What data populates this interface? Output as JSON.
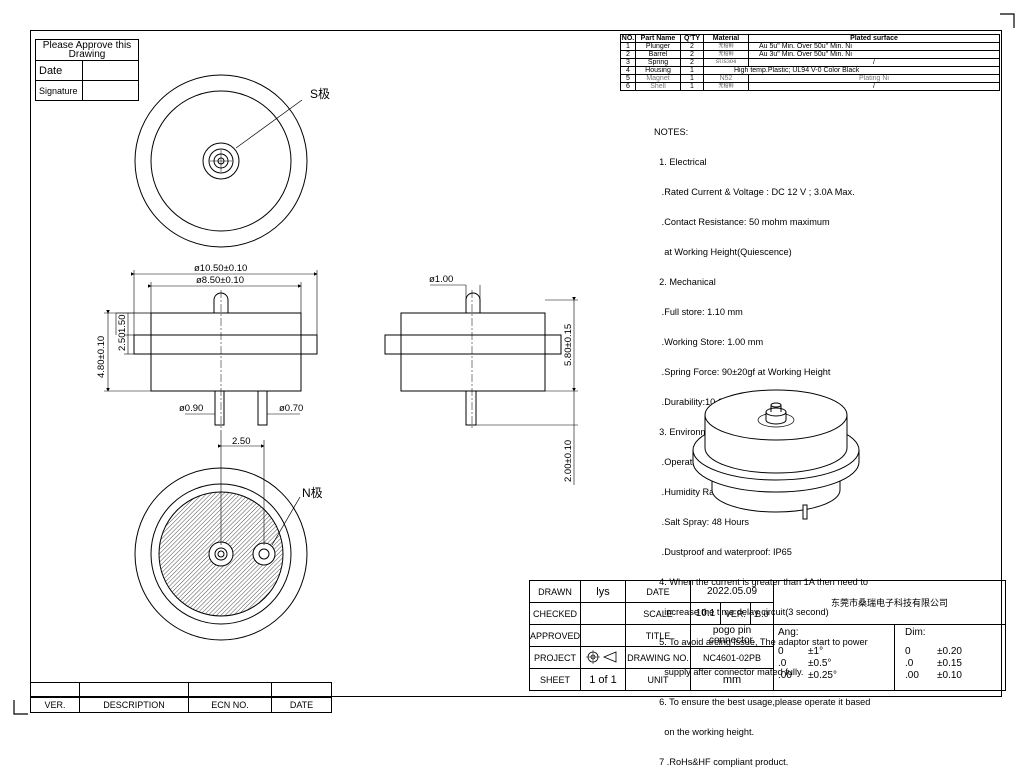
{
  "approve": {
    "title": "Please Approve this Drawing",
    "date_label": "Date",
    "signature_label": "Signature"
  },
  "parts_table": {
    "headers": [
      "NO.",
      "Part Name",
      "Q'TY",
      "Material",
      "Plated surface"
    ],
    "rows": [
      {
        "no": "1",
        "name": "Plunger",
        "qty": "2",
        "material": "无铅铜",
        "surface": "Au 5u\" Min. Over 50u\" Min. Ni"
      },
      {
        "no": "2",
        "name": "Barrel",
        "qty": "2",
        "material": "无铅铜",
        "surface": "Au 3u\" Min. Over 50u\" Min. Ni"
      },
      {
        "no": "3",
        "name": "Spring",
        "qty": "2",
        "material": "SUS304",
        "surface": "/"
      },
      {
        "no": "4",
        "name": "Housing",
        "qty": "1",
        "material": "High temp.Plastic; UL94 V-0 Color Black",
        "surface": ""
      },
      {
        "no": "5",
        "name": "Magnet",
        "qty": "1",
        "material": "N52",
        "surface": "Plating Ni"
      },
      {
        "no": "6",
        "name": "Shell",
        "qty": "1",
        "material": "无铅铜",
        "surface": "/"
      }
    ]
  },
  "notes": {
    "heading": "NOTES:",
    "lines": [
      "  1. Electrical",
      "   .Rated Current & Voltage : DC 12 V ; 3.0A Max.",
      "   .Contact Resistance: 50 mohm maximum",
      "    at Working Height(Quiescence)",
      "  2. Mechanical",
      "   .Full store: 1.10 mm",
      "   .Working Store: 1.00 mm",
      "   .Spring Force: 90±20gf at Working Height",
      "   .Durability:10,000 cycles(minimum)",
      "  3. Environmental",
      "   .Operating Temperature: -30°C~+85°C",
      "   .Humidity Range: 10%RH~90%RH",
      "   .Salt Spray: 48 Hours",
      "   .Dustproof and waterproof: IP65",
      "  4. When the current is greater than 1A then need to",
      "    increase the time delay circuit(3 second)",
      "  5. To avoid arcing issue, The adaptor start to power",
      "    supply after connector mated fully.",
      "  6. To ensure the best usage,please operate it based",
      "    on the working height.",
      "  7 .RoHs&HF compliant product."
    ]
  },
  "drawing": {
    "s_pole": "S极",
    "n_pole": "N极",
    "dim_outer": "ø10.50±0.10",
    "dim_inner": "ø8.50±0.10",
    "dim_height": "4.80±0.10",
    "dim_2_50": "2.50",
    "dim_1_50": "1.50",
    "dim_pin_090": "ø0.90",
    "dim_pin_070": "ø0.70",
    "dim_pitch": "2.50",
    "dim_1_00": "ø1.00",
    "dim_5_80": "5.80±0.15",
    "dim_2_00": "2.00±0.10"
  },
  "title_block": {
    "drawn_label": "DRAWN",
    "drawn": "lys",
    "date_label": "DATE",
    "date": "2022.05.09",
    "company": "东莞市桑瑞电子科技有限公司",
    "checked_label": "CHECKED",
    "scale_label": "SCALE",
    "scale": "10:1",
    "ver_label": "VER.",
    "ver": "B.0",
    "approved_label": "APPROVED",
    "title_label": "TITLE",
    "title": "pogo pin connector.",
    "project_label": "PROJECT",
    "drawing_no_label": "DRAWING NO.",
    "drawing_no": "NC4601-02PB",
    "sheet_label": "SHEET",
    "sheet": "1 of 1",
    "unit_label": "UNIT",
    "unit": "mm",
    "ang_label": "Ang:",
    "ang_rows": [
      [
        "0",
        "±1°"
      ],
      [
        ".0",
        "±0.5°"
      ],
      [
        ".00",
        "±0.25°"
      ]
    ],
    "dim_label": "Dim:",
    "dim_rows": [
      [
        "0",
        "±0.20"
      ],
      [
        ".0",
        "±0.15"
      ],
      [
        ".00",
        "±0.10"
      ]
    ]
  },
  "revision": {
    "headers": [
      "VER.",
      "DESCRIPTION",
      "ECN NO.",
      "DATE"
    ]
  }
}
